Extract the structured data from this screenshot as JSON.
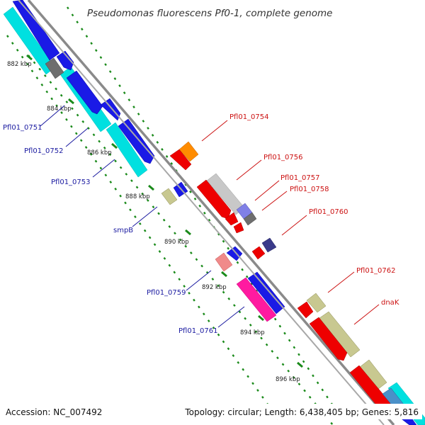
{
  "title": "Pseudomonas fluorescens Pf0-1, complete genome",
  "footer": {
    "accession": "Accession: NC_007492",
    "summary": "Topology: circular; Length: 6,438,405 bp; Genes: 5,816"
  },
  "colors": {
    "backbone": "#8a8a8a",
    "tick_mark": "#1a8a1a",
    "forward_label": "#1a1aa0",
    "reverse_label": "#cc1111"
  },
  "ticks": [
    "882 kbp",
    "884 kbp",
    "886 kbp",
    "888 kbp",
    "890 kbp",
    "892 kbp",
    "894 kbp",
    "896 kbp"
  ],
  "forward_labels": [
    "Pfl01_0751",
    "Pfl01_0752",
    "Pfl01_0753",
    "smpB",
    "Pfl01_0759",
    "Pfl01_0761"
  ],
  "reverse_labels": [
    "Pfl01_0754",
    "Pfl01_0756",
    "Pfl01_0757",
    "Pfl01_0758",
    "Pfl01_0760",
    "Pfl01_0762",
    "dnaK"
  ]
}
